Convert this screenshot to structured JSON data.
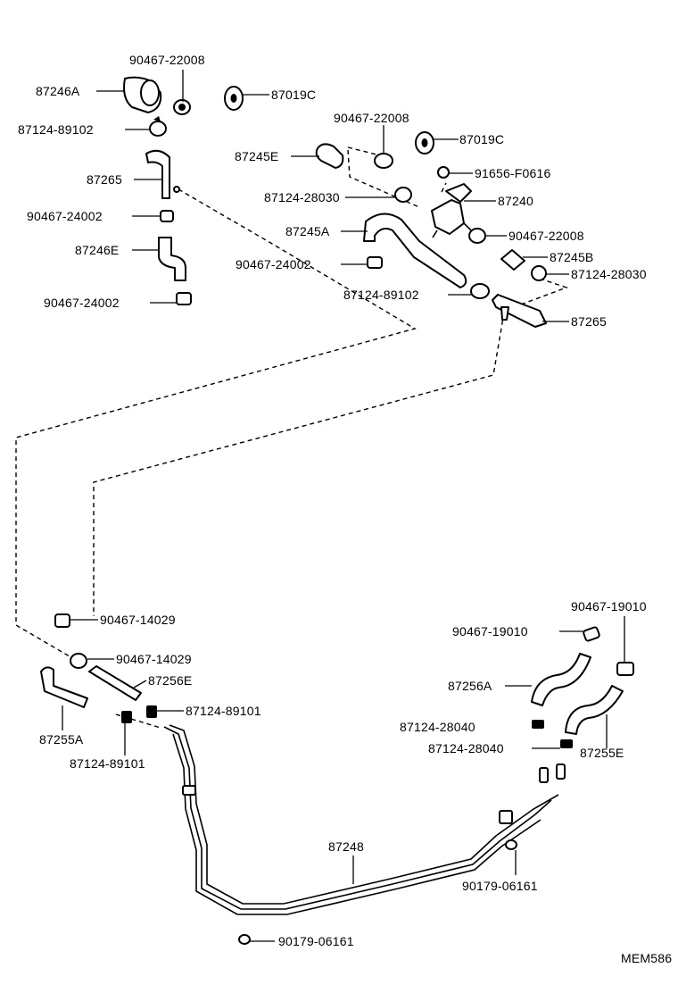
{
  "labels": {
    "l_90467_22008_a": "90467-22008",
    "l_87246A": "87246A",
    "l_87019C_a": "87019C",
    "l_87124_89102_a": "87124-89102",
    "l_90467_22008_b": "90467-22008",
    "l_87019C_b": "87019C",
    "l_87245E": "87245E",
    "l_91656_F0616": "91656-F0616",
    "l_87265_a": "87265",
    "l_87124_28030_a": "87124-28030",
    "l_87240": "87240",
    "l_90467_24002_a": "90467-24002",
    "l_87245A": "87245A",
    "l_90467_22008_c": "90467-22008",
    "l_87246E": "87246E",
    "l_87245B": "87245B",
    "l_90467_24002_b": "90467-24002",
    "l_87124_28030_b": "87124-28030",
    "l_87124_89102_b": "87124-89102",
    "l_90467_24002_c": "90467-24002",
    "l_87265_b": "87265",
    "l_90467_14029_a": "90467-14029",
    "l_90467_19010_a": "90467-19010",
    "l_90467_19010_b": "90467-19010",
    "l_90467_14029_b": "90467-14029",
    "l_87256E": "87256E",
    "l_87256A": "87256A",
    "l_87124_89101_a": "87124-89101",
    "l_87255A": "87255A",
    "l_87124_28040_a": "87124-28040",
    "l_87124_89101_b": "87124-89101",
    "l_87124_28040_b": "87124-28040",
    "l_87255E": "87255E",
    "l_87248": "87248",
    "l_90179_06161_a": "90179-06161",
    "l_90179_06161_b": "90179-06161",
    "code": "MEM586"
  }
}
